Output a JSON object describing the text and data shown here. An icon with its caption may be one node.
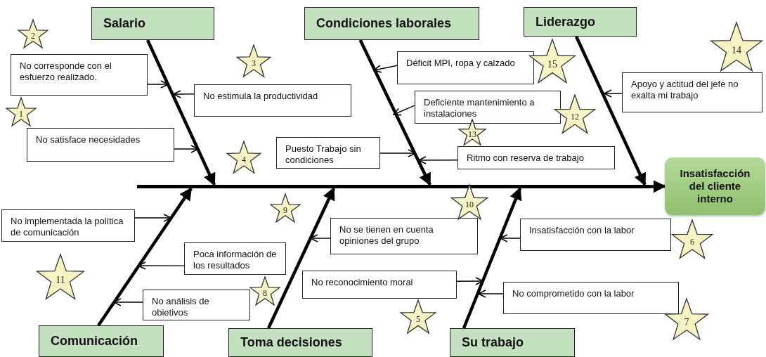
{
  "diagram": {
    "nodes": [
      {
        "text": [
          "Salario"
        ]
      },
      {
        "text": [
          "Condiciones laborales"
        ]
      },
      {
        "text": [
          "Liderazgo"
        ]
      },
      {
        "text": [
          "Comunicación"
        ]
      },
      {
        "text": [
          "Toma decisiones"
        ]
      },
      {
        "text": [
          "Su trabajo"
        ]
      },
      {
        "text": [
          "Insatisfacción del cliente interno"
        ]
      },
      {
        "text": [
          "No corresponde con el esfuerzo realizado."
        ]
      },
      {
        "text": [
          "No estimula la productividad"
        ]
      },
      {
        "text": [
          "No satisface necesidades"
        ]
      },
      {
        "text": [
          "Déficit MPI, ropa y calzado"
        ]
      },
      {
        "text": [
          "Deficiente mantenimiento a instalaciones"
        ]
      },
      {
        "text": [
          "Puesto Trabajo sin condiciones"
        ]
      },
      {
        "text": [
          "Ritmo con reserva de trabajo"
        ]
      },
      {
        "text": [
          "Apoyo y actitud del jefe no exalta mi trabajo"
        ]
      },
      {
        "text": [
          "No implementada la política de comunicación"
        ]
      },
      {
        "text": [
          "Poca información de los resultados"
        ]
      },
      {
        "text": [
          "No análisis de obietivos"
        ]
      },
      {
        "text": [
          "No se tienen en cuenta opiniones del grupo"
        ]
      },
      {
        "text": [
          "No reconocimiento moral"
        ]
      },
      {
        "text": [
          "Insatisfacción con la labor"
        ]
      },
      {
        "text": [
          "No comprometido con la labor"
        ]
      },
      {
        "text": [
          "1"
        ]
      },
      {
        "text": [
          "2"
        ]
      },
      {
        "text": [
          "3"
        ]
      },
      {
        "text": [
          "4"
        ]
      },
      {
        "text": [
          "5"
        ]
      },
      {
        "text": [
          "6"
        ]
      },
      {
        "text": [
          "7"
        ]
      },
      {
        "text": [
          "8"
        ]
      },
      {
        "text": [
          "9"
        ]
      },
      {
        "text": [
          "10"
        ]
      },
      {
        "text": [
          "11"
        ]
      },
      {
        "text": [
          "12"
        ]
      },
      {
        "text": [
          "13"
        ]
      },
      {
        "text": [
          "14"
        ]
      },
      {
        "text": [
          "15"
        ]
      },
      {
        "text": [],
        "shape": "bar"
      }
    ],
    "edges": [
      {
        "from": 37,
        "to": 6,
        "arrow": "to",
        "style": "thick"
      },
      {
        "from": 0,
        "to": 37,
        "arrow": "to",
        "style": "thick"
      },
      {
        "from": 1,
        "to": 37,
        "arrow": "to",
        "style": "thick"
      },
      {
        "from": 2,
        "to": 37,
        "arrow": "to",
        "style": "thick"
      },
      {
        "from": 3,
        "to": 37,
        "arrow": "to",
        "style": "thick"
      },
      {
        "from": 4,
        "to": 37,
        "arrow": "to",
        "style": "thick"
      },
      {
        "from": 5,
        "to": 37,
        "arrow": "to",
        "style": "thick"
      },
      {
        "from": 7,
        "to": null,
        "arrow": "to"
      },
      {
        "from": 8,
        "to": null,
        "arrow": "to"
      },
      {
        "from": 9,
        "to": null,
        "arrow": "to"
      },
      {
        "from": 10,
        "to": null,
        "arrow": "to"
      },
      {
        "from": 11,
        "to": null,
        "arrow": "to"
      },
      {
        "from": 12,
        "to": null,
        "arrow": "to"
      },
      {
        "from": 13,
        "to": null,
        "arrow": "to"
      },
      {
        "from": 14,
        "to": null,
        "arrow": "to"
      },
      {
        "from": 15,
        "to": null,
        "arrow": "to"
      },
      {
        "from": 16,
        "to": null,
        "arrow": "to"
      },
      {
        "from": 17,
        "to": null,
        "arrow": "to"
      },
      {
        "from": 18,
        "to": null,
        "arrow": "to"
      },
      {
        "from": 19,
        "to": null,
        "arrow": "to"
      },
      {
        "from": 20,
        "to": null,
        "arrow": "to"
      },
      {
        "from": 21,
        "to": null,
        "arrow": "to"
      }
    ]
  }
}
